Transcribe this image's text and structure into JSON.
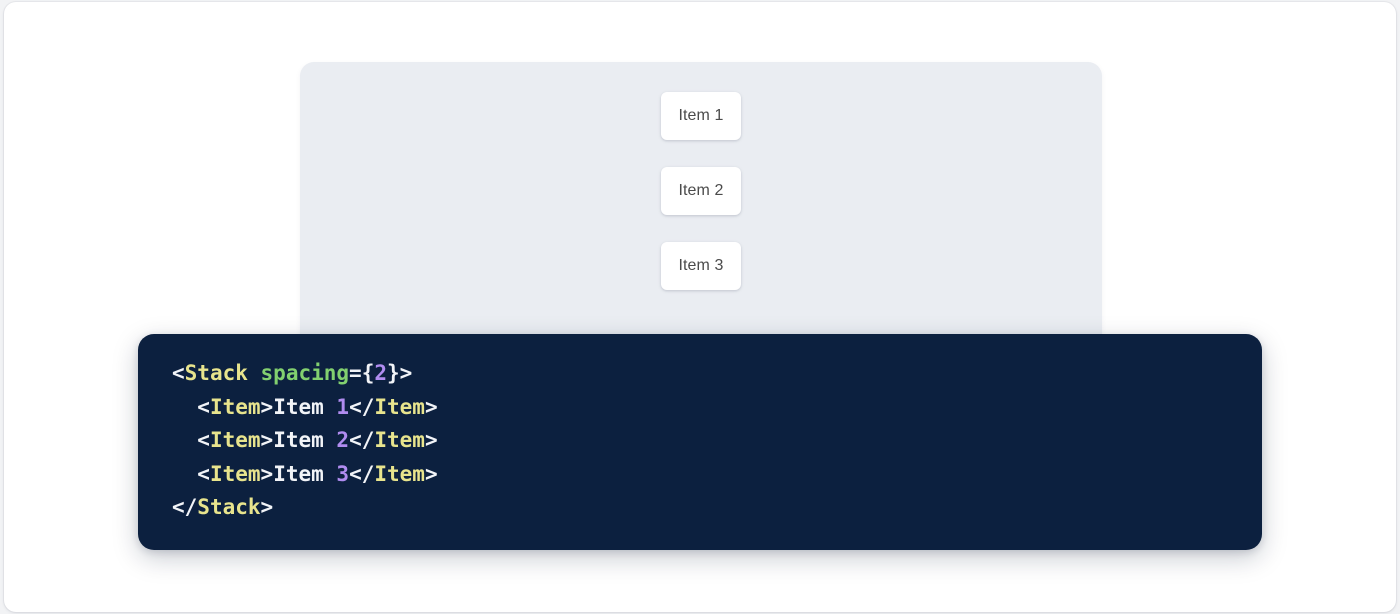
{
  "colors": {
    "page_background": "#ffffff",
    "outer_background": "#f2f3f5",
    "preview_surface": "#eaedf2",
    "item_card": "#ffffff",
    "item_text": "#4b4b4b",
    "code_panel": "#0c203f",
    "code_default": "#f2f4f8",
    "code_tag": "#e8e48d",
    "code_attribute": "#82d06f",
    "code_number": "#b08cf0"
  },
  "preview": {
    "name": "stack-preview",
    "items": [
      {
        "label": "Item 1"
      },
      {
        "label": "Item 2"
      },
      {
        "label": "Item 3"
      }
    ]
  },
  "code": {
    "language": "jsx",
    "lines": [
      {
        "indent": "",
        "tokens": [
          {
            "type": "punct",
            "text": "<"
          },
          {
            "type": "tag",
            "text": "Stack"
          },
          {
            "type": "text",
            "text": " "
          },
          {
            "type": "attr",
            "text": "spacing"
          },
          {
            "type": "punct",
            "text": "={"
          },
          {
            "type": "num",
            "text": "2"
          },
          {
            "type": "punct",
            "text": "}>"
          }
        ]
      },
      {
        "indent": "  ",
        "tokens": [
          {
            "type": "punct",
            "text": "<"
          },
          {
            "type": "tag",
            "text": "Item"
          },
          {
            "type": "punct",
            "text": ">"
          },
          {
            "type": "text",
            "text": "Item "
          },
          {
            "type": "num",
            "text": "1"
          },
          {
            "type": "punct",
            "text": "</"
          },
          {
            "type": "tag",
            "text": "Item"
          },
          {
            "type": "punct",
            "text": ">"
          }
        ]
      },
      {
        "indent": "  ",
        "tokens": [
          {
            "type": "punct",
            "text": "<"
          },
          {
            "type": "tag",
            "text": "Item"
          },
          {
            "type": "punct",
            "text": ">"
          },
          {
            "type": "text",
            "text": "Item "
          },
          {
            "type": "num",
            "text": "2"
          },
          {
            "type": "punct",
            "text": "</"
          },
          {
            "type": "tag",
            "text": "Item"
          },
          {
            "type": "punct",
            "text": ">"
          }
        ]
      },
      {
        "indent": "  ",
        "tokens": [
          {
            "type": "punct",
            "text": "<"
          },
          {
            "type": "tag",
            "text": "Item"
          },
          {
            "type": "punct",
            "text": ">"
          },
          {
            "type": "text",
            "text": "Item "
          },
          {
            "type": "num",
            "text": "3"
          },
          {
            "type": "punct",
            "text": "</"
          },
          {
            "type": "tag",
            "text": "Item"
          },
          {
            "type": "punct",
            "text": ">"
          }
        ]
      },
      {
        "indent": "",
        "tokens": [
          {
            "type": "punct",
            "text": "</"
          },
          {
            "type": "tag",
            "text": "Stack"
          },
          {
            "type": "punct",
            "text": ">"
          }
        ]
      }
    ]
  }
}
